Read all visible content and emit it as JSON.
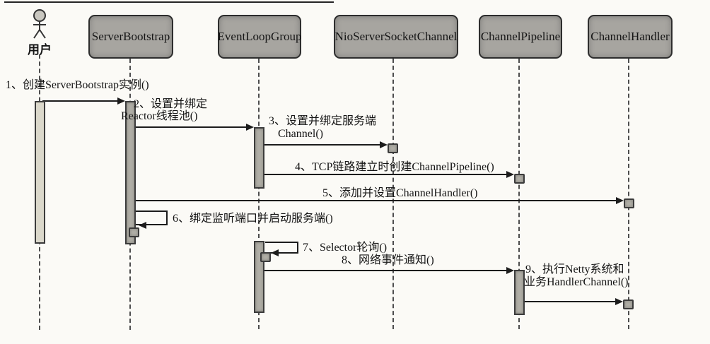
{
  "diagram": {
    "type": "uml-sequence",
    "participants": [
      {
        "id": "user",
        "label": "用户",
        "kind": "actor"
      },
      {
        "id": "serverbootstrap",
        "label": "ServerBootstrap",
        "kind": "object"
      },
      {
        "id": "eventloopgroup",
        "label": "EventLoopGroup",
        "kind": "object"
      },
      {
        "id": "nioserversocketchannel",
        "label": "NioServerSocketChannel",
        "kind": "object"
      },
      {
        "id": "channelpipeline",
        "label": "ChannelPipeline",
        "kind": "object"
      },
      {
        "id": "channelhandler",
        "label": "ChannelHandler",
        "kind": "object"
      }
    ],
    "messages": [
      {
        "num": 1,
        "from": "用户",
        "to": "ServerBootstrap",
        "lines": [
          "1、创建ServerBootstrap实例()"
        ]
      },
      {
        "num": 2,
        "from": "ServerBootstrap",
        "to": "EventLoopGroup",
        "lines": [
          "2、设置并绑定",
          "Reactor线程池()"
        ]
      },
      {
        "num": 3,
        "from": "EventLoopGroup",
        "to": "NioServerSocketChannel",
        "lines": [
          "3、设置并绑定服务端",
          "Channel()"
        ]
      },
      {
        "num": 4,
        "from": "EventLoopGroup",
        "to": "ChannelPipeline",
        "lines": [
          "4、TCP链路建立时创建ChannelPipeline()"
        ]
      },
      {
        "num": 5,
        "from": "ServerBootstrap",
        "to": "ChannelHandler",
        "lines": [
          "5、添加并设置ChannelHandler()"
        ]
      },
      {
        "num": 6,
        "from": "ServerBootstrap",
        "to": "ServerBootstrap",
        "self_call": true,
        "lines": [
          "6、绑定监听端口并启动服务端()"
        ]
      },
      {
        "num": 7,
        "from": "EventLoopGroup",
        "to": "EventLoopGroup",
        "self_call": true,
        "lines": [
          "7、Selector轮询()"
        ]
      },
      {
        "num": 8,
        "from": "EventLoopGroup",
        "to": "ChannelPipeline",
        "lines": [
          "8、网络事件通知()"
        ]
      },
      {
        "num": 9,
        "from": "ChannelPipeline",
        "to": "ChannelHandler",
        "lines": [
          "9、执行Netty系统和",
          "业务HandlerChannel()"
        ]
      }
    ]
  },
  "colors": {
    "bg": "#fbfaf6",
    "box_fill": "#a7a5a0",
    "box_border": "#2d2d2d",
    "bar_fill": "#b1afa7",
    "bar_light_fill": "#dbd8cb",
    "bar_border": "#3b3b3b",
    "line": "#1c1c1c",
    "text": "#151515",
    "lifeline": "#4d4d4d"
  }
}
